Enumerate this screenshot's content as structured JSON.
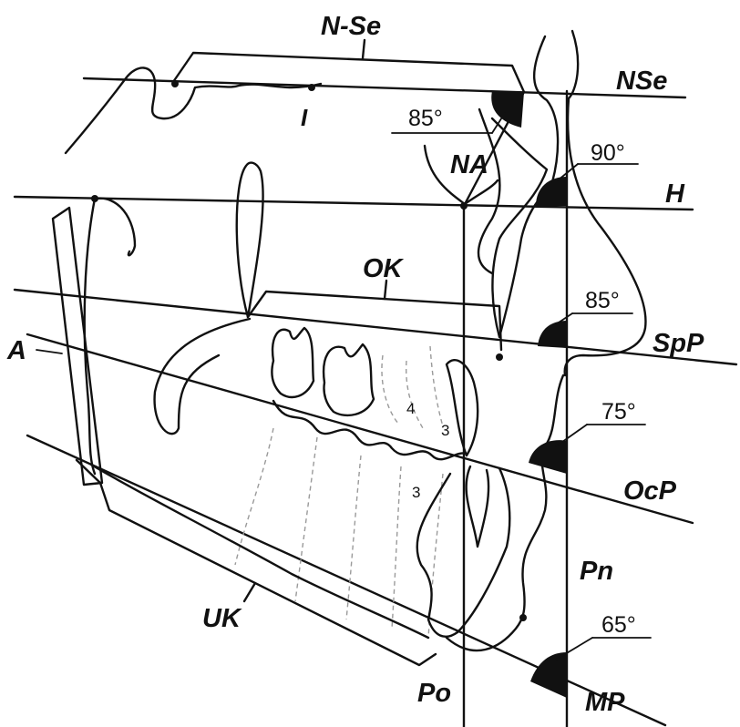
{
  "labels": {
    "nse_bracket": "N-Se",
    "nse_line": "NSe",
    "h_line": "H",
    "spp_line": "SpP",
    "ocp_line": "OcP",
    "mp_line": "MP",
    "na": "NA",
    "ok": "OK",
    "uk": "UK",
    "a": "A",
    "pn": "Pn",
    "po": "Po",
    "i_point": "I"
  },
  "angles": {
    "upper_85": "85°",
    "h_90": "90°",
    "spp_85": "85°",
    "ocp_75": "75°",
    "mp_65": "65°"
  },
  "tooth_numbers": {
    "upper_4": "4",
    "upper_3": "3",
    "lower_3": "3"
  }
}
